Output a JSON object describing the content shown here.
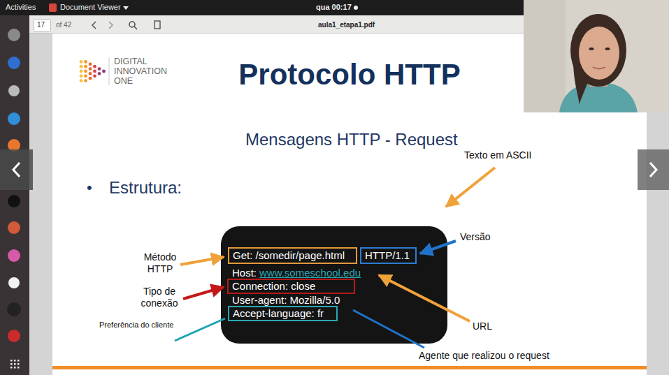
{
  "diagram": {
    "title": "Protocolo HTTP",
    "nodes": [
      {
        "text": [
          "Host:",
          "www.someschool.edu",
          "User-agent: Mozilla/5.0"
        ]
      },
      {
        "text": [
          "Get: /somedir/page.html"
        ],
        "in": 0
      },
      {
        "text": [
          "HTTP/1.1"
        ],
        "in": 0
      },
      {
        "text": [
          "Connection: close"
        ],
        "in": 0
      },
      {
        "text": [
          "Accept-language: fr"
        ],
        "in": 0
      }
    ],
    "labels": [
      "Activities",
      "Document Viewer",
      "qua 00:17",
      "17",
      "of 42",
      "aula1_etapa1.pdf",
      "DIGITAL INNOVATION ONE",
      "Mensagens HTTP - Request",
      "•",
      "Estrutura:",
      "Texto em ASCII",
      "Versão",
      "Método HTTP",
      "Tipo de conexão",
      "Preferência do cliente",
      "URL",
      "Agente que realizou o request"
    ]
  }
}
